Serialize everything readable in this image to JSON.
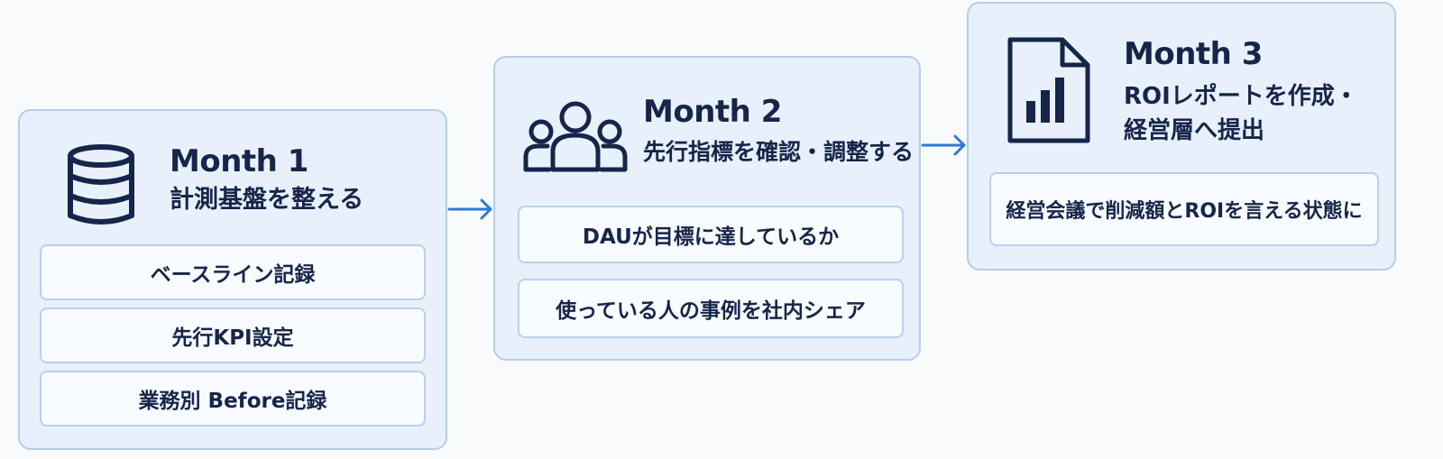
{
  "steps": [
    {
      "month": "Month 1",
      "goal": "計測基盤を整える",
      "icon": "database-icon",
      "items": [
        "ベースライン記録",
        "先行KPI設定",
        "業務別 Before記録"
      ]
    },
    {
      "month": "Month 2",
      "goal": "先行指標を確認・調整する",
      "icon": "people-icon",
      "items": [
        "DAUが目標に達しているか",
        "使っている人の事例を社内シェア"
      ]
    },
    {
      "month": "Month 3",
      "goal_line1": "ROIレポートを作成・",
      "goal_line2": "経営層へ提出",
      "icon": "report-chart-icon",
      "items": [
        "経営会議で削減額とROIを言える状態に"
      ]
    }
  ],
  "colors": {
    "card_fill": "#e8f0fb",
    "card_border": "#b6cdea",
    "item_fill": "#f8fbff",
    "text": "#16254a",
    "arrow": "#2f7bd3"
  }
}
